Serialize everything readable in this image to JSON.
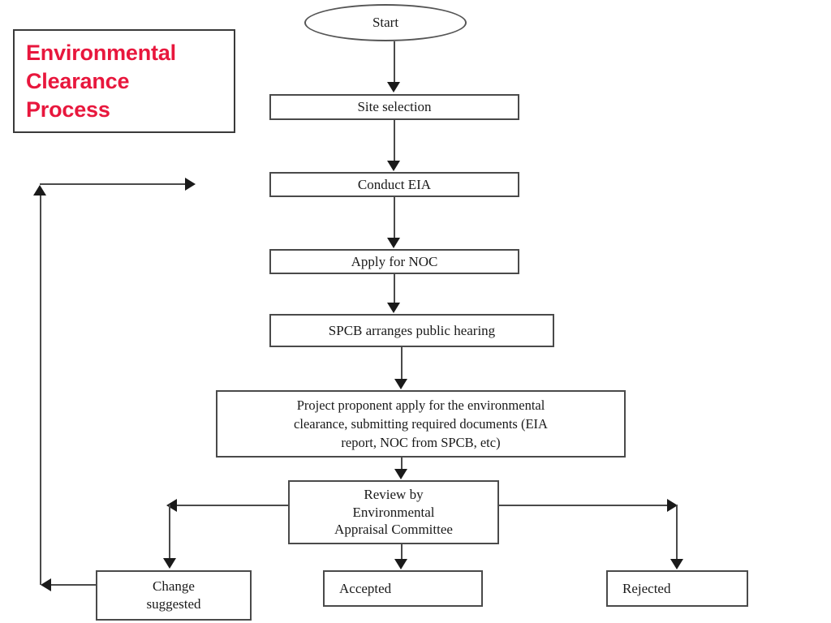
{
  "diagram": {
    "title": {
      "lines": [
        "Environmental",
        "Clearance",
        "Process"
      ],
      "color": "#e8173d"
    },
    "nodes": {
      "start": {
        "label": "Start",
        "shape": "oval"
      },
      "site_selection": {
        "label": "Site selection",
        "shape": "rectangle"
      },
      "conduct_eia": {
        "label": "Conduct EIA",
        "shape": "rectangle"
      },
      "apply_noc": {
        "label": "Apply for NOC",
        "shape": "rectangle"
      },
      "public_hearing": {
        "label": "SPCB arranges public hearing",
        "shape": "rectangle"
      },
      "apply_clearance": {
        "line1": "Project proponent apply for the environmental",
        "line2": "clearance, submitting required documents (EIA",
        "line3": "report, NOC from SPCB, etc)",
        "shape": "rectangle"
      },
      "review": {
        "line1": "Review by",
        "line2": "Environmental",
        "line3": "Appraisal Committee",
        "shape": "rectangle"
      },
      "change_suggested": {
        "line1": "Change",
        "line2": "suggested",
        "shape": "rectangle"
      },
      "accepted": {
        "label": "Accepted",
        "shape": "rectangle"
      },
      "rejected": {
        "label": "Rejected",
        "shape": "rectangle"
      }
    },
    "style": {
      "line_color": "#4a4a4a",
      "arrow_color": "#1a1a1a",
      "node_fill": "#ffffff",
      "text_color": "#1a1a1a",
      "background": "#ffffff"
    }
  }
}
